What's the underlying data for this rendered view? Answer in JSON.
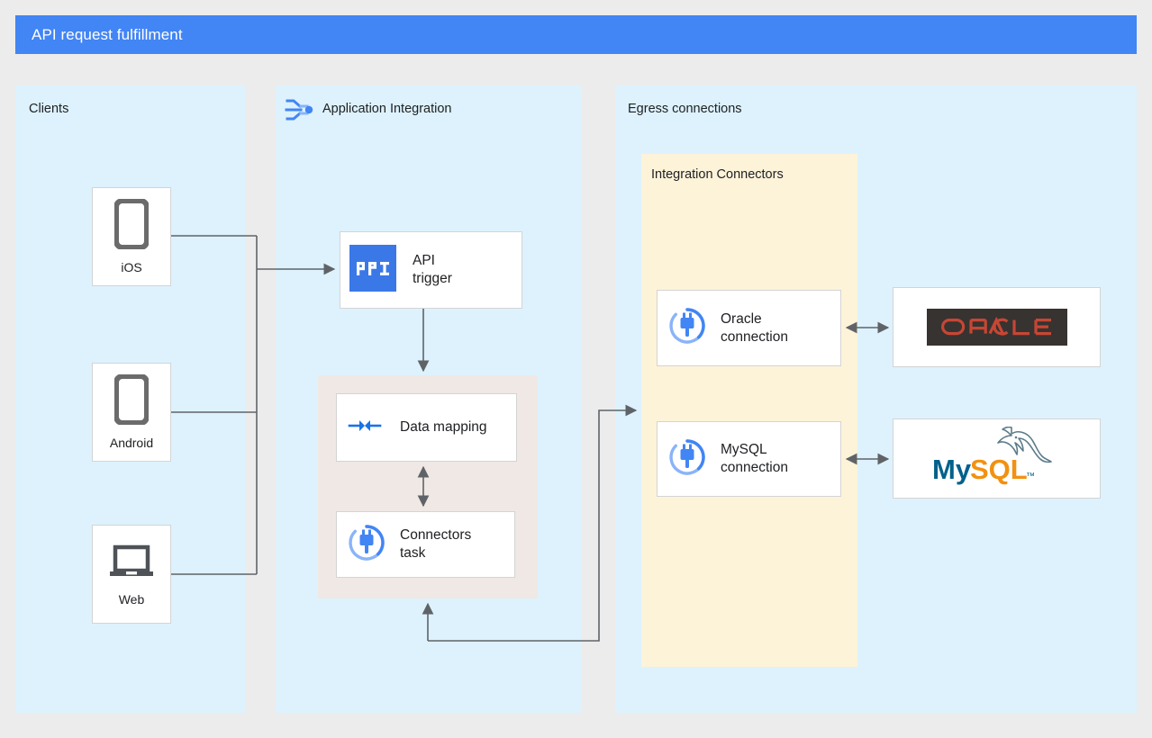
{
  "header": {
    "title": "API request fulfillment",
    "accent_color": "#4285f4",
    "text_color": "#ffffff"
  },
  "panels": [
    {
      "id": "clients",
      "label": "Clients",
      "background": "#ddf2fd"
    },
    {
      "id": "application_integration",
      "label": "Application Integration",
      "icon": "application-integration-icon",
      "background": "#ddf2fd"
    },
    {
      "id": "egress",
      "label": "Egress connections",
      "background": "#ddf2fd"
    }
  ],
  "subpanel": {
    "label": "Integration Connectors",
    "background": "#fdf3d9"
  },
  "clients": [
    {
      "label": "iOS",
      "icon": "mobile-phone-icon"
    },
    {
      "label": "Android",
      "icon": "mobile-phone-icon"
    },
    {
      "label": "Web",
      "icon": "laptop-icon"
    }
  ],
  "integration_nodes": [
    {
      "id": "api_trigger",
      "label": "API\ntrigger",
      "icon": "api-trigger-icon"
    },
    {
      "id": "data_mapping",
      "label": "Data mapping",
      "icon": "data-mapping-icon"
    },
    {
      "id": "connectors_task",
      "label": "Connectors\ntask",
      "icon": "connectors-icon"
    }
  ],
  "connections": [
    {
      "id": "oracle_connection",
      "label": "Oracle\nconnection",
      "icon": "connectors-icon"
    },
    {
      "id": "mysql_connection",
      "label": "MySQL\nconnection",
      "icon": "connectors-icon"
    }
  ],
  "backends": [
    {
      "id": "oracle",
      "label": "ORACLE",
      "icon": "oracle-logo",
      "logo_text_color": "#c74634",
      "logo_background": "#373330"
    },
    {
      "id": "mysql",
      "label": "MySQL",
      "icon": "mysql-logo",
      "logo_primary_color": "#00618a",
      "logo_accent_color": "#f29111"
    }
  ],
  "colors": {
    "panel_background": "#ddf2fd",
    "subpanel_background": "#fdf3d9",
    "group_background": "#efe8e4",
    "page_background": "#ececec",
    "wire": "#5f6368",
    "node_border": "#d4d4d4",
    "icon_blue": "#4285f4"
  }
}
